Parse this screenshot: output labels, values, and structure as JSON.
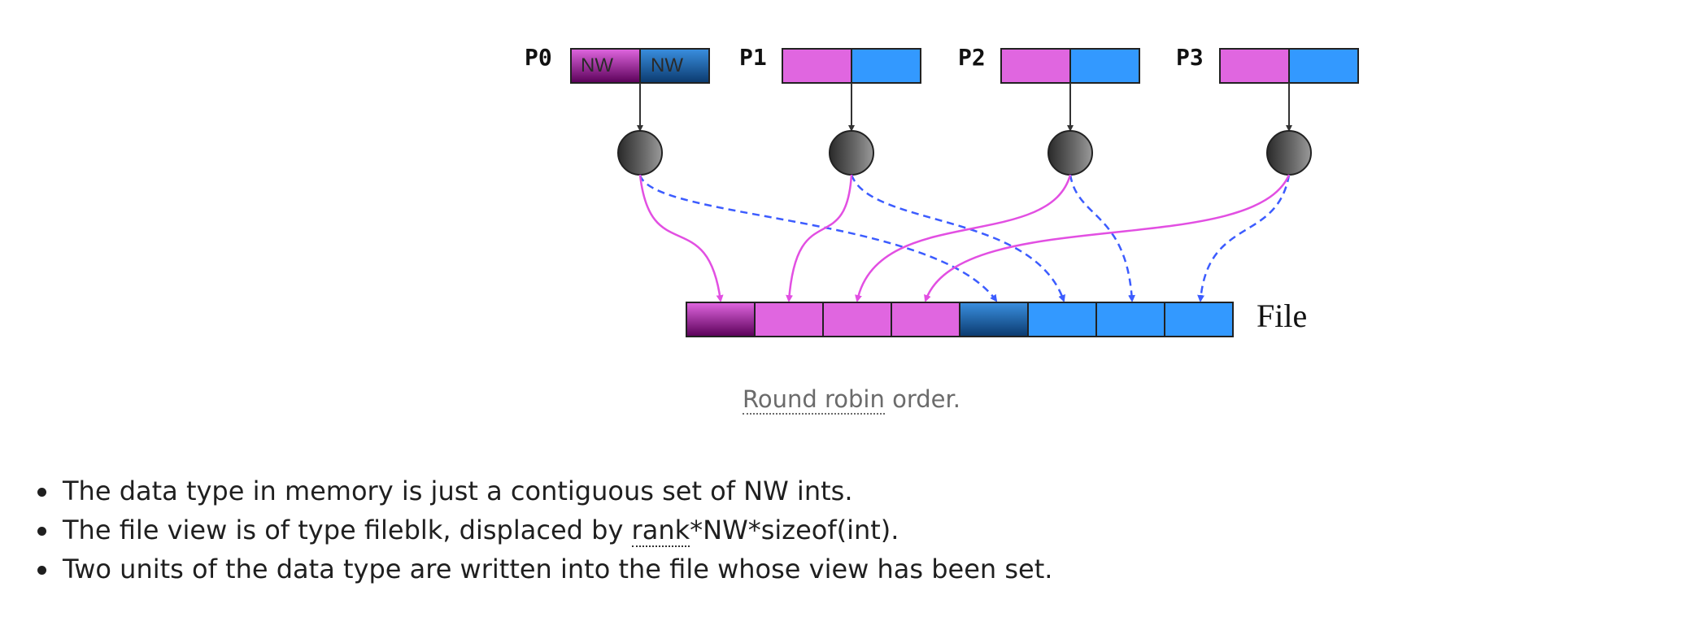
{
  "diagram": {
    "processes": [
      {
        "label": "P0",
        "cells": [
          "NW",
          "NW"
        ]
      },
      {
        "label": "P1",
        "cells": [
          "",
          ""
        ]
      },
      {
        "label": "P2",
        "cells": [
          "",
          ""
        ]
      },
      {
        "label": "P3",
        "cells": [
          "",
          ""
        ]
      }
    ],
    "file_label": "File",
    "file_block_count": 8,
    "colors": {
      "first_block": "#8a0f86",
      "first_block_light": "#e066e0",
      "second_block": "#1a5d9c",
      "second_block_light": "#3399ff",
      "solid_arrow": "#e24fe2",
      "dashed_arrow": "#3c5cff",
      "node": "#555555"
    }
  },
  "caption": {
    "term": "Round robin",
    "rest": " order."
  },
  "bullets": {
    "b1": "The data type in memory is just a contiguous set of NW ints.",
    "b2_before": "The file view is of type fileblk, displaced by ",
    "b2_term": "rank",
    "b2_after": "*NW*sizeof(int).",
    "b3": "Two units of the data type are written into the file whose view has been set."
  }
}
